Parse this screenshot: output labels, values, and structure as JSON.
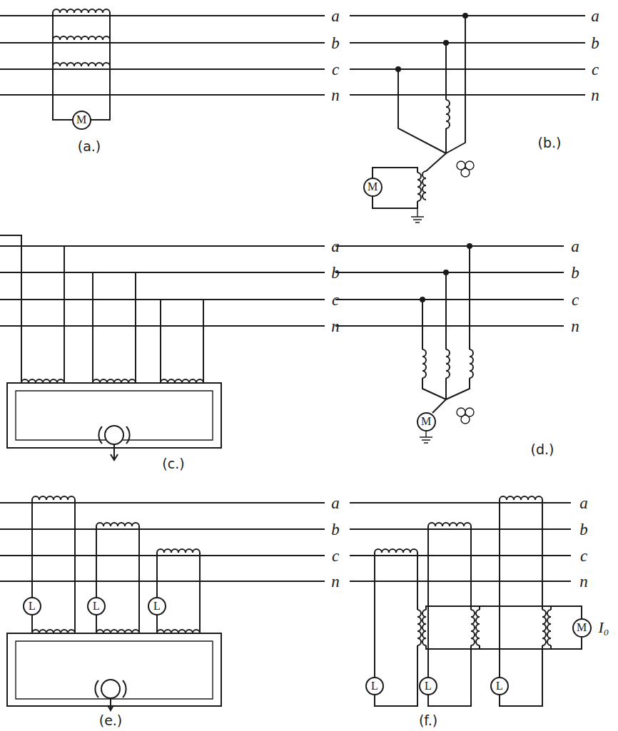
{
  "diagram": {
    "nodes": [
      {
        "text": [
          "M"
        ]
      },
      {
        "text": [
          "M"
        ]
      },
      {
        "text": [
          "M"
        ]
      },
      {
        "text": [
          "L"
        ]
      },
      {
        "text": [
          "L"
        ]
      },
      {
        "text": [
          "L"
        ]
      },
      {
        "text": [
          "M"
        ]
      },
      {
        "text": [
          "L"
        ]
      },
      {
        "text": [
          "L"
        ]
      },
      {
        "text": [
          "L"
        ]
      }
    ],
    "labels": [
      "a",
      "b",
      "c",
      "n",
      "(a.)",
      "a",
      "b",
      "c",
      "n",
      "(b.)",
      "a",
      "b",
      "c",
      "n",
      "(c.)",
      "a",
      "b",
      "c",
      "n",
      "(d.)",
      "a",
      "b",
      "c",
      "n",
      "(e.)",
      "a",
      "b",
      "c",
      "n",
      "I₀",
      "(f.)"
    ]
  }
}
